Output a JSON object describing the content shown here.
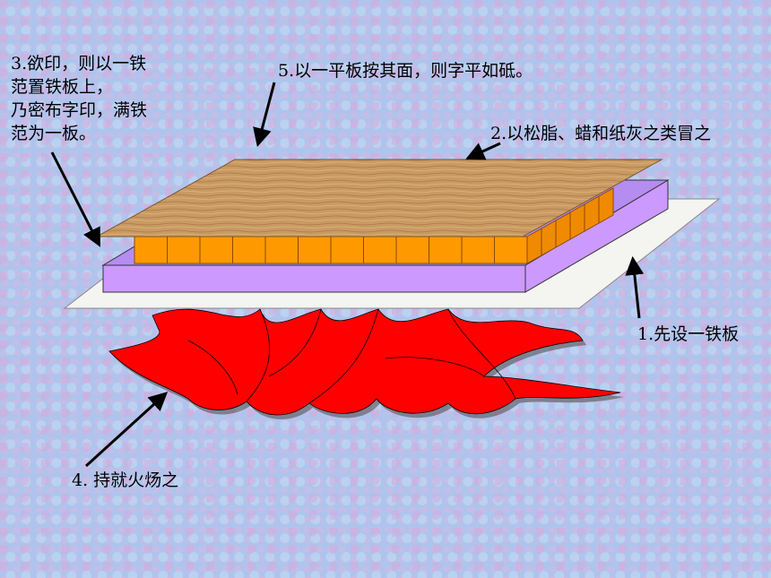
{
  "labels": {
    "step1": "1.先设一铁板",
    "step2": "2.以松脂、蜡和纸灰之类冒之",
    "step3": [
      "3.欲印，则以一铁",
      "范置铁板上，",
      "乃密布字印，满铁",
      "范为一板。"
    ],
    "step4": "4. 持就火炀之",
    "step5": "5.以一平板按其面，则字平如砥。"
  },
  "colors": {
    "fire": "#ff0000",
    "iron_plate": "#f4f4f0",
    "frame": "#cc99ff",
    "type_blocks": "#ff9900",
    "wood_board": "#c8965a"
  }
}
